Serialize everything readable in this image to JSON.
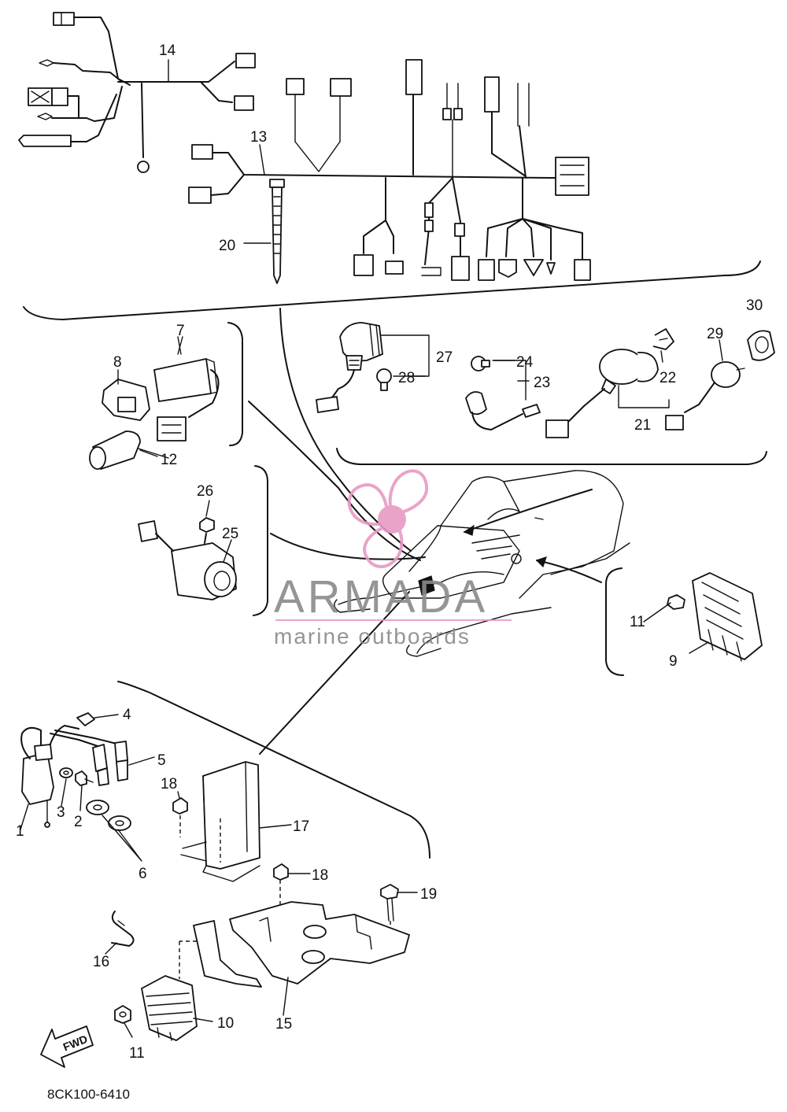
{
  "diagram": {
    "code": "8CK100-6410",
    "fwd_label": "FWD",
    "watermark": {
      "brand": "ARMADA",
      "tagline": "marine outboards",
      "color": "#e79ac4",
      "text_color": "#8a8a8a"
    },
    "callouts": [
      "1",
      "2",
      "3",
      "4",
      "5",
      "6",
      "7",
      "8",
      "9",
      "10",
      "11",
      "11",
      "12",
      "13",
      "14",
      "15",
      "16",
      "17",
      "18",
      "18",
      "19",
      "20",
      "21",
      "22",
      "23",
      "24",
      "25",
      "26",
      "27",
      "28",
      "29",
      "30"
    ]
  }
}
